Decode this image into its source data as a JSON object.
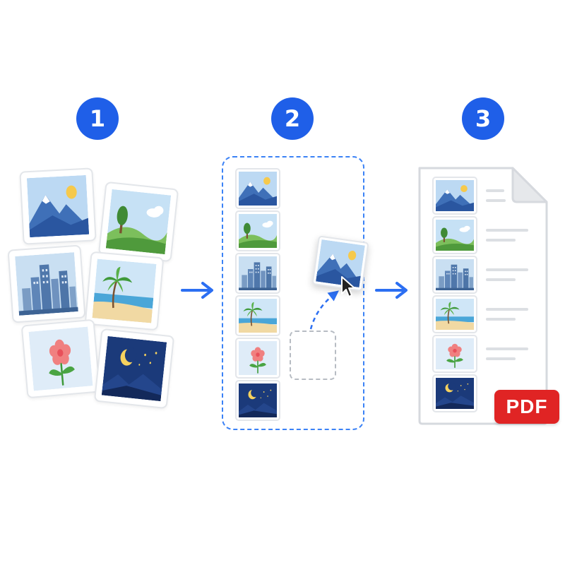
{
  "colors": {
    "accent": "#1f5fe8",
    "arrow": "#2c6ff2",
    "pdf_badge": "#e02424",
    "frame_dash": "#3b82f6",
    "slot_dash": "#b7bcc3"
  },
  "steps": [
    {
      "number": "1",
      "icon": "photo-collection"
    },
    {
      "number": "2",
      "icon": "reorder-column"
    },
    {
      "number": "3",
      "icon": "pdf-document"
    }
  ],
  "photos": [
    {
      "name": "mountain",
      "icon": "mountain-photo-icon"
    },
    {
      "name": "hills",
      "icon": "hills-photo-icon"
    },
    {
      "name": "city",
      "icon": "city-photo-icon"
    },
    {
      "name": "beach",
      "icon": "beach-photo-icon"
    },
    {
      "name": "flower",
      "icon": "flower-photo-icon"
    },
    {
      "name": "night",
      "icon": "night-photo-icon"
    }
  ],
  "document": {
    "badge_label": "PDF",
    "icon": "file-icon"
  },
  "cursor": {
    "icon": "pointer-cursor-icon"
  }
}
